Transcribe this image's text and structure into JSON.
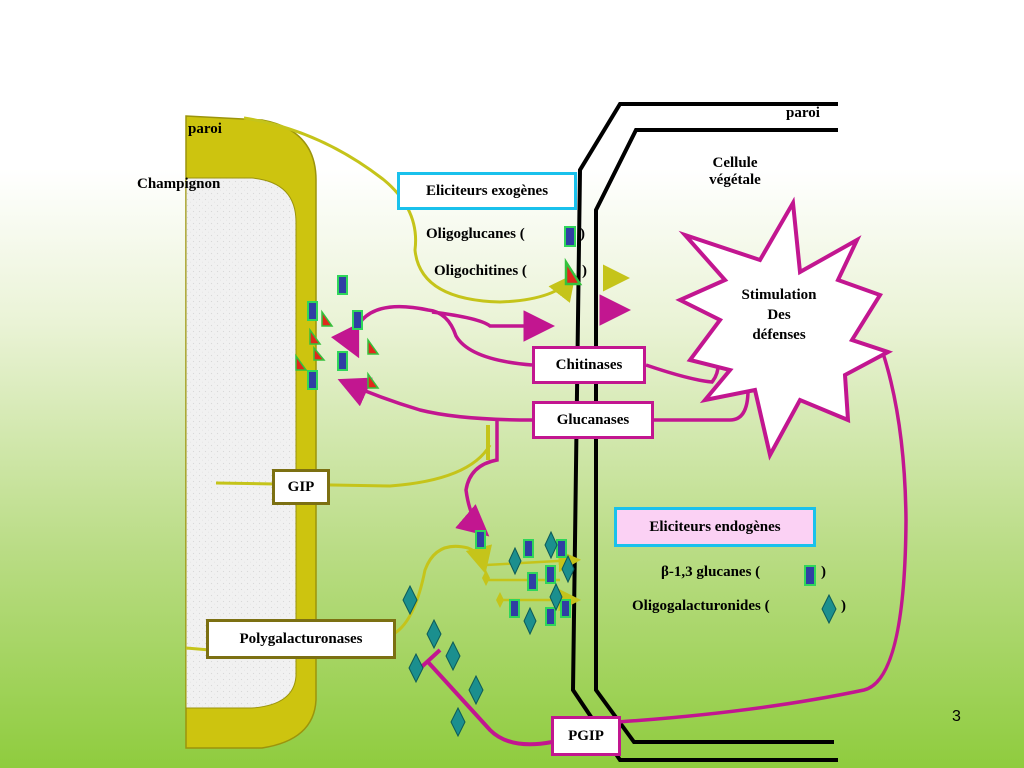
{
  "labels": {
    "paroi_left": "paroi",
    "champignon": "Champignon",
    "paroi_right": "paroi",
    "cellule_line1": "Cellule",
    "cellule_line2": "végétale",
    "eliciteurs_exogenes": "Eliciteurs exogènes",
    "oligoglucanes": "Oligoglucanes (",
    "oligochitines": "Oligochitines (",
    "close_paren": ")",
    "stimulation_line1": "Stimulation",
    "stimulation_line2": "Des",
    "stimulation_line3": "défenses",
    "chitinases": "Chitinases",
    "glucanases": "Glucanases",
    "gip": "GIP",
    "eliciteurs_endogenes": "Eliciteurs endogènes",
    "beta_glucanes": "β-1,3 glucanes (",
    "oligogalacturonides": "Oligogalacturonides (",
    "polygalacturonases": "Polygalacturonases",
    "pgip": "PGIP",
    "page_number": "3"
  },
  "colors": {
    "fungal_wall": "#cdc40f",
    "fungal_wall_dark": "#8a840a",
    "fungal_interior": "#efefef",
    "plant_wall": "#000000",
    "arrow_olive": "#c5c41a",
    "arrow_magenta": "#c21690",
    "cyan_border": "#19c1ec",
    "glucan_fill": "#2f3fa4",
    "glucan_border": "#2fd65a",
    "chitin_red": "#e0281c",
    "chitin_green": "#34c23c",
    "galacturonide_teal": "#1b8f8e",
    "red_arrow": "#d81d7a"
  }
}
